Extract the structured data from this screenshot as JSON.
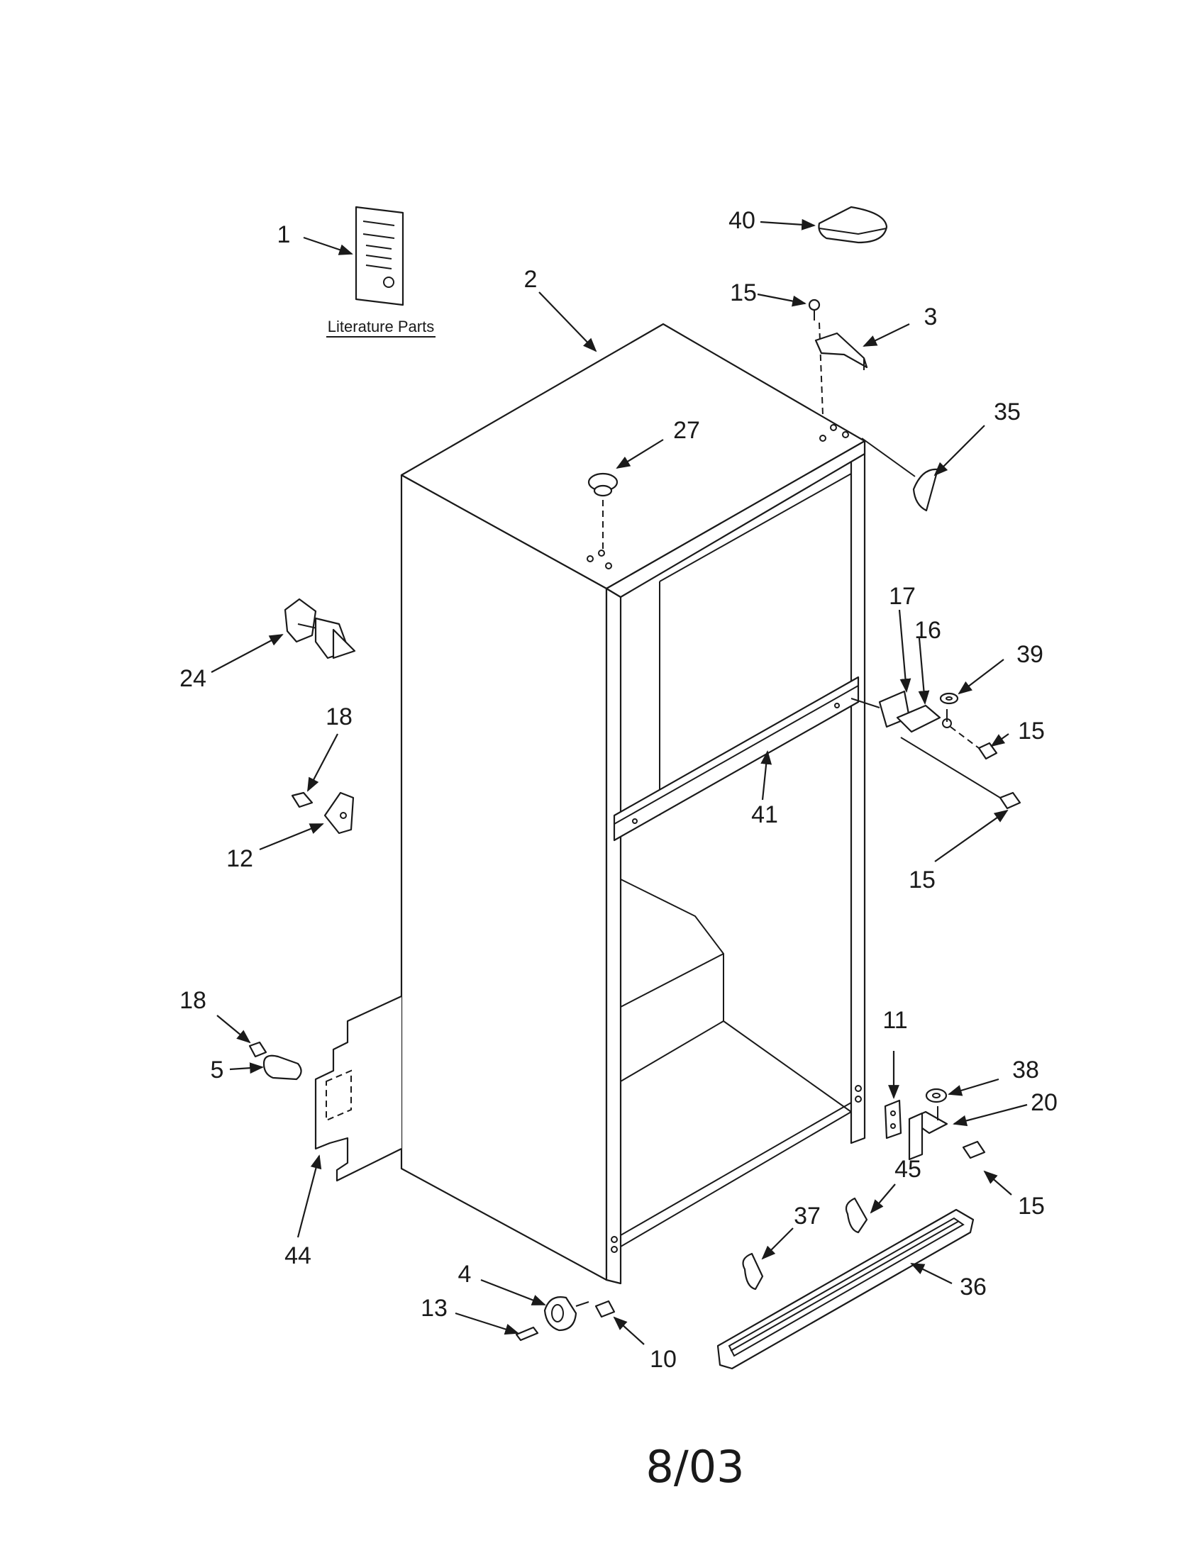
{
  "literature_label": "Literature Parts",
  "footer_date": "8/03",
  "callouts": [
    {
      "id": "c1",
      "text": "1"
    },
    {
      "id": "c2",
      "text": "2"
    },
    {
      "id": "c40",
      "text": "40"
    },
    {
      "id": "c15a",
      "text": "15"
    },
    {
      "id": "c3",
      "text": "3"
    },
    {
      "id": "c35",
      "text": "35"
    },
    {
      "id": "c27",
      "text": "27"
    },
    {
      "id": "c24",
      "text": "24"
    },
    {
      "id": "c17",
      "text": "17"
    },
    {
      "id": "c16",
      "text": "16"
    },
    {
      "id": "c39",
      "text": "39"
    },
    {
      "id": "c15b",
      "text": "15"
    },
    {
      "id": "c18a",
      "text": "18"
    },
    {
      "id": "c12",
      "text": "12"
    },
    {
      "id": "c41",
      "text": "41"
    },
    {
      "id": "c15c",
      "text": "15"
    },
    {
      "id": "c11",
      "text": "11"
    },
    {
      "id": "c18b",
      "text": "18"
    },
    {
      "id": "c5",
      "text": "5"
    },
    {
      "id": "c38",
      "text": "38"
    },
    {
      "id": "c20",
      "text": "20"
    },
    {
      "id": "c15d",
      "text": "15"
    },
    {
      "id": "c45",
      "text": "45"
    },
    {
      "id": "c37",
      "text": "37"
    },
    {
      "id": "c36",
      "text": "36"
    },
    {
      "id": "c44",
      "text": "44"
    },
    {
      "id": "c4",
      "text": "4"
    },
    {
      "id": "c13",
      "text": "13"
    },
    {
      "id": "c10",
      "text": "10"
    }
  ]
}
